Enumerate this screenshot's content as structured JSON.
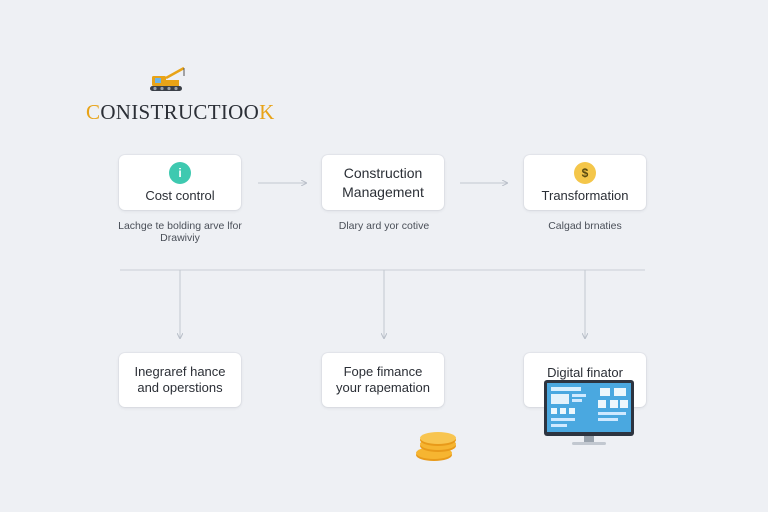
{
  "brand": {
    "title_first": "C",
    "title_rest": "ONISTRUCTIOO",
    "title_last": "K",
    "crane_icon": "crane-truck-icon"
  },
  "top_row": [
    {
      "label": "Cost control",
      "icon": "dollar-tube-icon",
      "icon_color": "#3ec9b0",
      "icon_glyph": "i",
      "caption": "Lachge te bolding arve lfor\nDrawiviy"
    },
    {
      "label": "Construction\nManagement",
      "icon": "",
      "caption": "Dlary ard yor cotive"
    },
    {
      "label": "Transformation",
      "icon": "dollar-coin-icon",
      "icon_color": "#f4c64a",
      "icon_glyph": "$",
      "caption": "Calgad brnaties"
    }
  ],
  "bottom_row": [
    {
      "label": "Inegraref hance\nand operstions"
    },
    {
      "label": "Fope fimance\nyour rapemation"
    },
    {
      "label": "Digital finator"
    }
  ],
  "colors": {
    "background": "#eef0f4",
    "accent_orange": "#e8a317",
    "line": "#c9ced6",
    "screen_blue": "#4aa8e0"
  },
  "illustrations": {
    "coins": "coin-stack-icon",
    "monitor": "desktop-monitor-icon"
  }
}
